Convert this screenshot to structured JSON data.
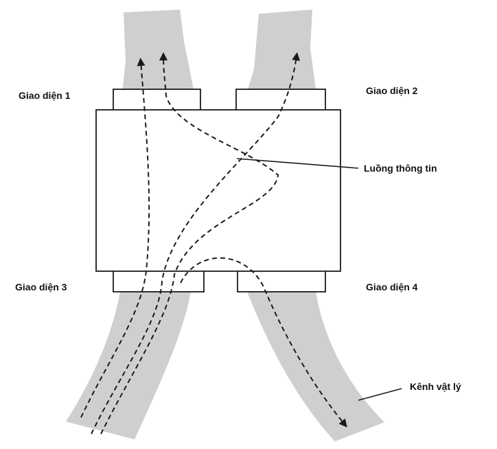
{
  "labels": {
    "interface_1": "Giao diện 1",
    "interface_2": "Giao diện 2",
    "interface_3": "Giao diện 3",
    "interface_4": "Giao diện 4",
    "information_flow": "Luồng thông tin",
    "physical_channel": "Kênh vật lý"
  },
  "colors": {
    "channel_fill": "#cfcfcf",
    "line": "#1a1a1a",
    "box_fill": "#ffffff"
  }
}
